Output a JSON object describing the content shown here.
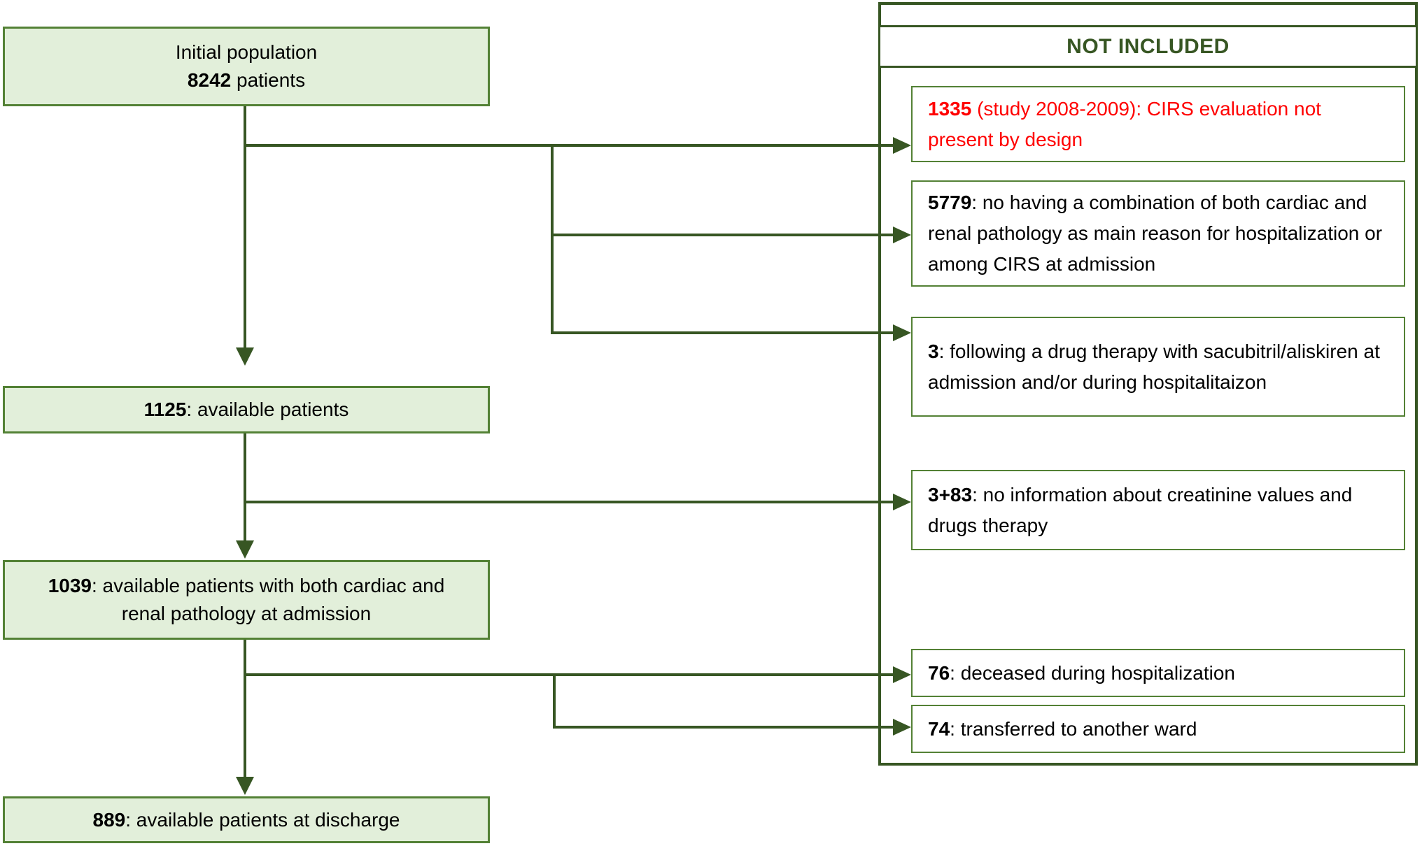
{
  "colors": {
    "dark_green_lines": "#375623",
    "green_box_border": "#538135",
    "green_box_fill": "#e2efda",
    "exclusion_red_text": "#ff0000",
    "white_box_fill": "#ffffff"
  },
  "left_flow": {
    "initial": {
      "line1": "Initial population",
      "bold": "8242",
      "rest": " patients"
    },
    "available": {
      "bold": "1125",
      "rest": ": available patients"
    },
    "cardiorenal": {
      "bold": "1039",
      "rest": ": available patients with both cardiac and",
      "rest2": "renal pathology at admission"
    },
    "discharge": {
      "bold": "889",
      "rest": ": available patients at discharge"
    }
  },
  "not_included": {
    "header": "NOT INCLUDED",
    "excl_1335": {
      "bold": "1335",
      "rest": " (study 2008-2009): CIRS evaluation not present by design"
    },
    "excl_5779": {
      "bold": "5779",
      "rest": ": no having a combination of both cardiac and renal pathology as main reason for hospitalization or among CIRS at admission"
    },
    "excl_3": {
      "bold": "3",
      "rest": ": following a drug therapy with sacubitril/aliskiren at admission and/or during hospitalitaizon"
    },
    "excl_3_83": {
      "bold": "3+83",
      "rest": ": no information about creatinine values and drugs therapy"
    },
    "excl_76": {
      "bold": "76",
      "rest": ": deceased during hospitalization"
    },
    "excl_74": {
      "bold": "74",
      "rest": ": transferred to another ward"
    }
  }
}
